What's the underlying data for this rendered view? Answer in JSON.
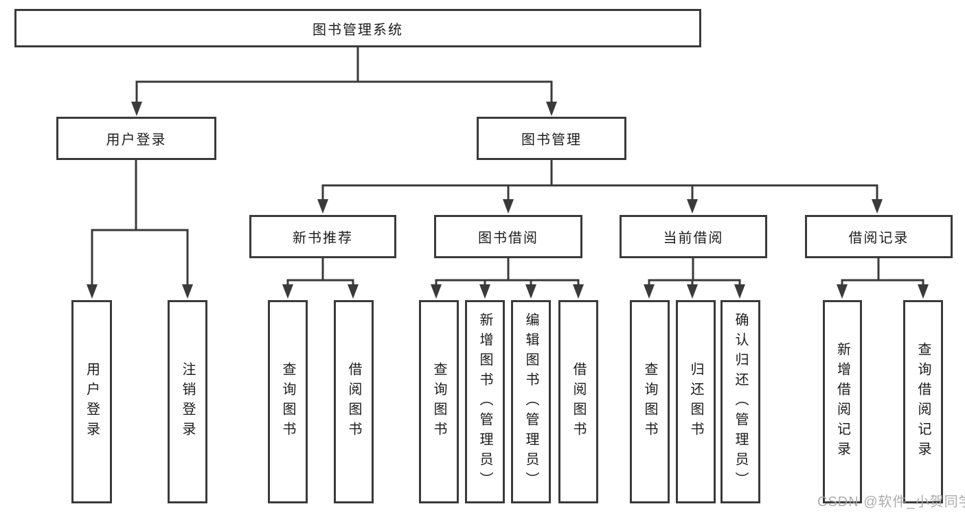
{
  "colors": {
    "line": "#3a3a3a",
    "box_border": "#3a3a3a",
    "text": "#1c1c1c",
    "background": "#ffffff",
    "watermark": "#a8a8a8"
  },
  "watermark": "CSDN @软件_小贺同学",
  "tree": {
    "root": "图书管理系统",
    "branches": [
      {
        "label": "用户登录",
        "children": [
          "用户登录",
          "注销登录"
        ]
      },
      {
        "label": "图书管理",
        "children": [
          {
            "label": "新书推荐",
            "children": [
              "查询图书",
              "借阅图书"
            ]
          },
          {
            "label": "图书借阅",
            "children": [
              "查询图书",
              "新增图书（管理员）",
              "编辑图书（管理员）",
              "借阅图书"
            ]
          },
          {
            "label": "当前借阅",
            "children": [
              "查询图书",
              "归还图书",
              "确认归还（管理员）"
            ]
          },
          {
            "label": "借阅记录",
            "children": [
              "新增借阅记录",
              "查询借阅记录"
            ]
          }
        ]
      }
    ]
  }
}
